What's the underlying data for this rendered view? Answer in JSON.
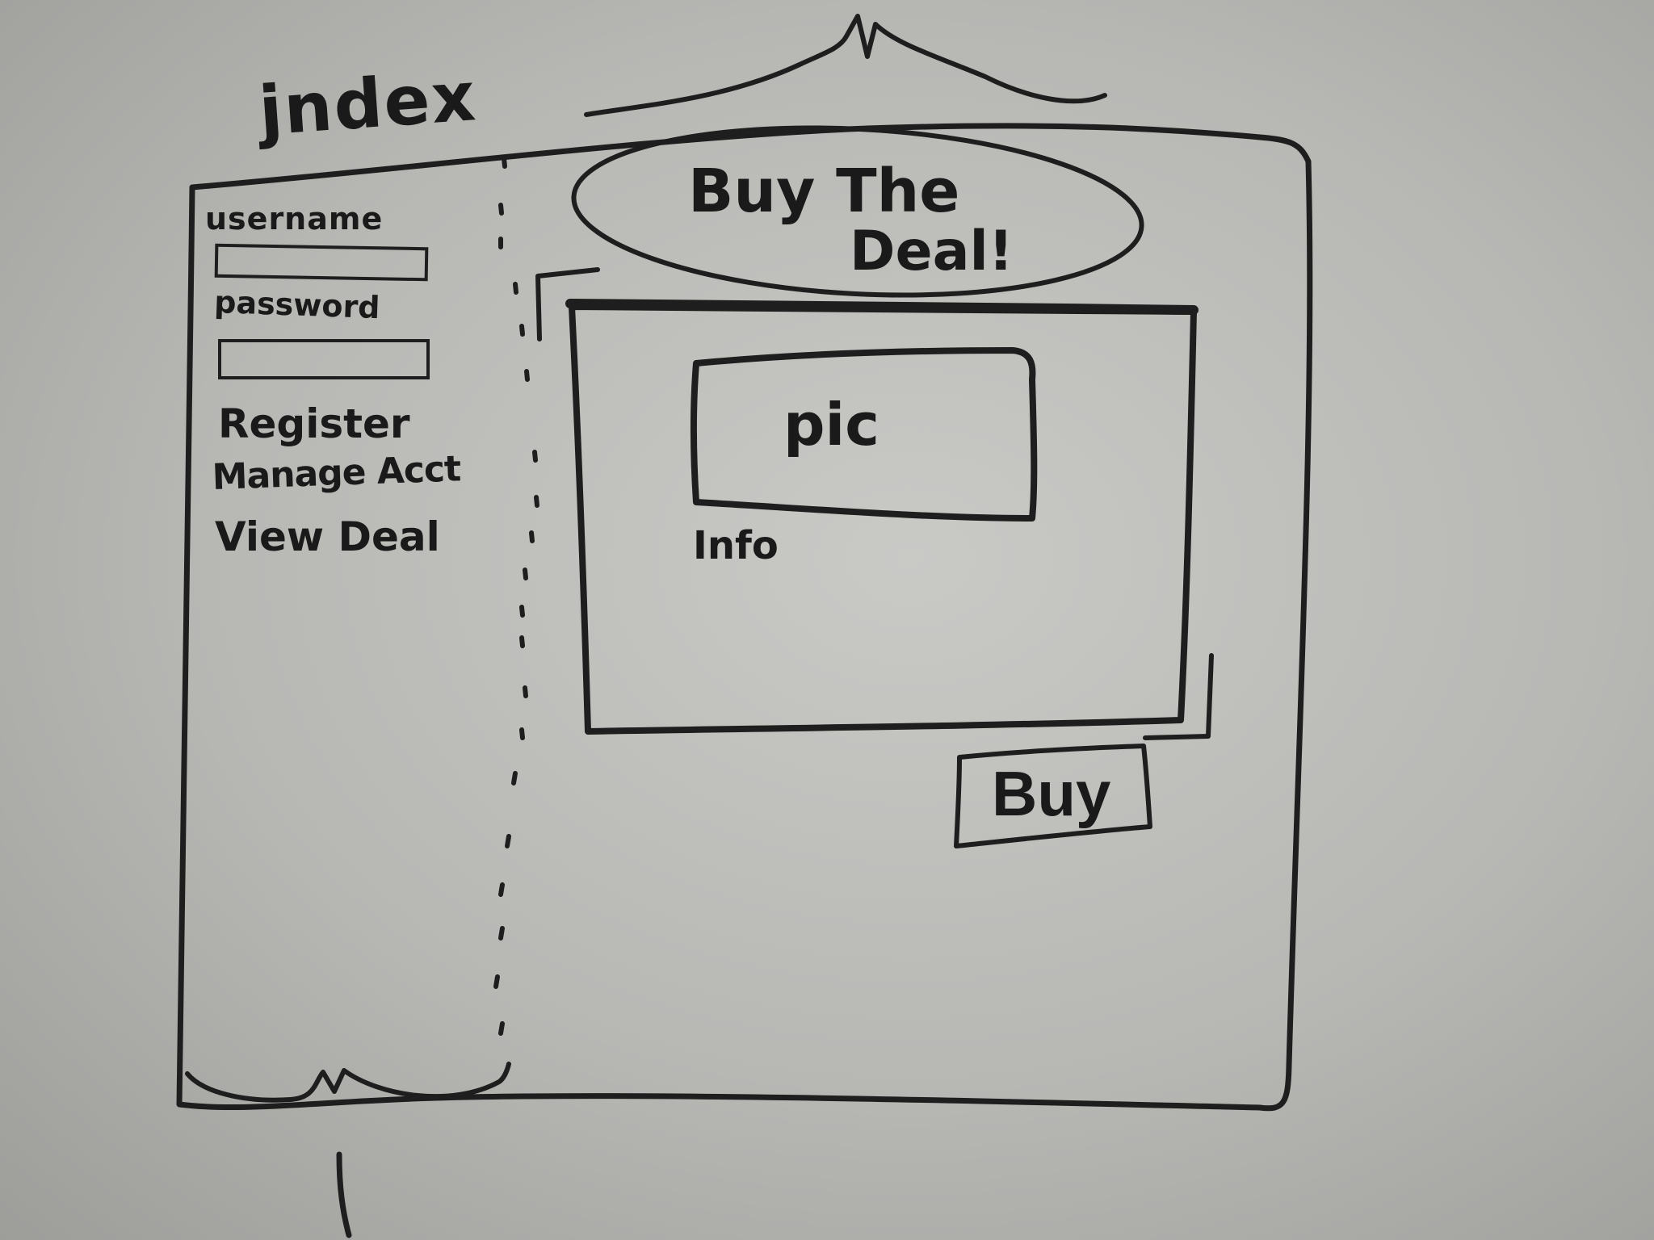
{
  "page": {
    "label": "jndex"
  },
  "sidebar": {
    "username_label": "username",
    "password_label": "password",
    "username_value": "",
    "password_value": "",
    "links": [
      {
        "label": "Register"
      },
      {
        "label": "Manage Acct"
      },
      {
        "label": "View Deal"
      }
    ]
  },
  "main": {
    "title_line_1": "Buy The",
    "title_line_2": "Deal!",
    "deal": {
      "pic_label": "pic",
      "info_label": "Info"
    },
    "buy_button_label": "Buy"
  },
  "colors": {
    "ink": "#1e1e1e",
    "whiteboard": "#c9c9c6"
  }
}
